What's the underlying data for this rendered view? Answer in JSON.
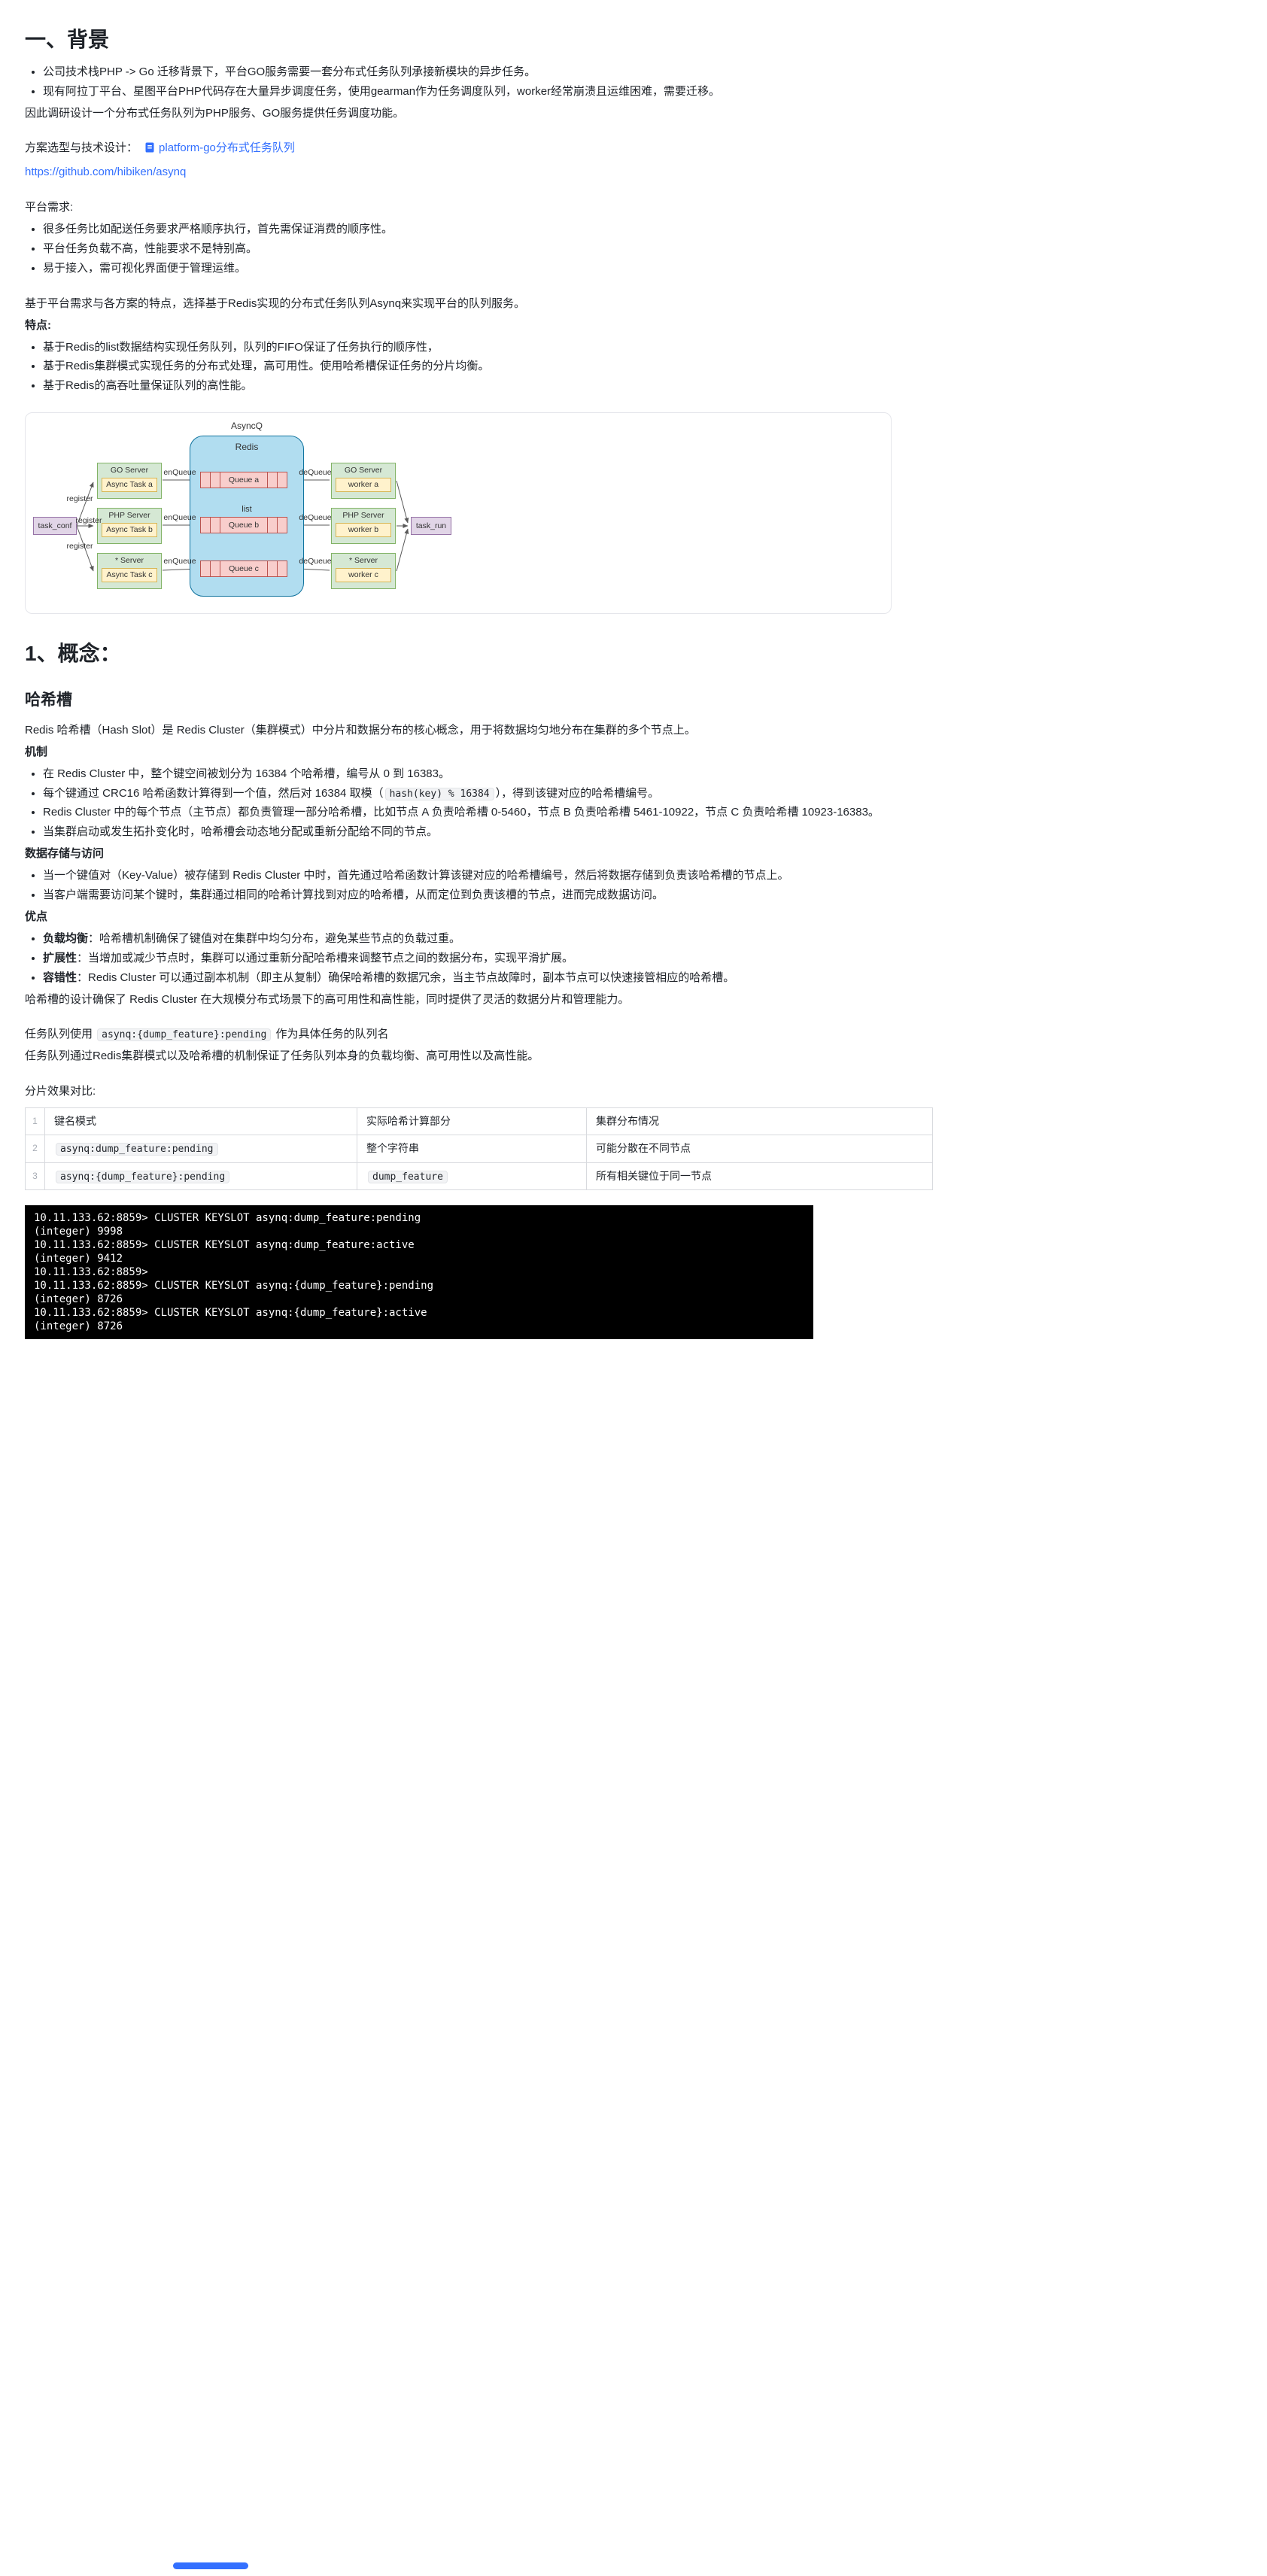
{
  "colors": {
    "link": "#3370ff",
    "text": "#1f2329",
    "inline_code_bg": "#f2f3f5",
    "terminal_bg": "#000000",
    "terminal_text": "#ffffff",
    "diagram_redis_fill": "#b1ddf0",
    "diagram_redis_stroke": "#10739e",
    "diagram_queue_fill": "#f8cecc",
    "diagram_queue_stroke": "#b85450",
    "diagram_server_fill": "#d5e8d4",
    "diagram_server_stroke": "#82b366",
    "diagram_task_fill": "#fff2cc",
    "diagram_task_stroke": "#d6b656",
    "diagram_conf_fill": "#e1d5e7",
    "diagram_conf_stroke": "#9673a6"
  },
  "background_section": {
    "title": "一、背景",
    "bullets": [
      "公司技术栈PHP -> Go 迁移背景下，平台GO服务需要一套分布式任务队列承接新模块的异步任务。",
      "现有阿拉丁平台、星图平台PHP代码存在大量异步调度任务，使用gearman作为任务调度队列，worker经常崩溃且运维困难，需要迁移。"
    ],
    "conclusion": "因此调研设计一个分布式任务队列为PHP服务、GO服务提供任务调度功能。",
    "plan_label": "方案选型与技术设计：",
    "doc_link_text": "platform-go分布式任务队列",
    "github_link": "https://github.com/hibiken/asynq",
    "requirements_title": "平台需求:",
    "requirements": [
      "很多任务比如配送任务要求严格顺序执行，首先需保证消费的顺序性。",
      "平台任务负载不高，性能要求不是特别高。",
      "易于接入，需可视化界面便于管理运维。"
    ],
    "choice": "基于平台需求与各方案的特点，选择基于Redis实现的分布式任务队列Asynq来实现平台的队列服务。",
    "features_title": "特点:",
    "features": [
      "基于Redis的list数据结构实现任务队列，队列的FIFO保证了任务执行的顺序性，",
      "基于Redis集群模式实现任务的分布式处理，高可用性。使用哈希槽保证任务的分片均衡。",
      "基于Redis的高吞吐量保证队列的高性能。"
    ]
  },
  "diagram": {
    "title": "AsyncQ",
    "redis_label": "Redis",
    "list_label": "list",
    "queues": [
      "Queue a",
      "Queue b",
      "Queue c"
    ],
    "producers": [
      {
        "server": "GO Server",
        "task": "Async Task a"
      },
      {
        "server": "PHP Server",
        "task": "Async Task b"
      },
      {
        "server": "* Server",
        "task": "Async Task c"
      }
    ],
    "consumers": [
      {
        "server": "GO Server",
        "worker": "worker a"
      },
      {
        "server": "PHP Server",
        "worker": "worker b"
      },
      {
        "server": "* Server",
        "worker": "worker c"
      }
    ],
    "task_conf": "task_conf",
    "task_run": "task_run",
    "register_label": "register",
    "enqueue_label": "enQueue",
    "dequeue_label": "deQueue"
  },
  "concept": {
    "title": "1、概念：",
    "hash_slot": {
      "title": "哈希槽",
      "intro": "Redis 哈希槽（Hash Slot）是 Redis Cluster（集群模式）中分片和数据分布的核心概念，用于将数据均匀地分布在集群的多个节点上。",
      "mechanism_title": "机制",
      "mechanism_items": [
        "在 Redis Cluster 中，整个键空间被划分为 16384 个哈希槽，编号从 0 到 16383。",
        {
          "pre": "每个键通过 CRC16 哈希函数计算得到一个值，然后对 16384 取模（",
          "code": "hash(key) % 16384",
          "post": "），得到该键对应的哈希槽编号。"
        },
        "Redis Cluster 中的每个节点（主节点）都负责管理一部分哈希槽，比如节点 A 负责哈希槽 0-5460，节点 B 负责哈希槽 5461-10922，节点 C 负责哈希槽 10923-16383。",
        "当集群启动或发生拓扑变化时，哈希槽会动态地分配或重新分配给不同的节点。"
      ],
      "storage_title": "数据存储与访问",
      "storage_items": [
        "当一个键值对（Key-Value）被存储到 Redis Cluster 中时，首先通过哈希函数计算该键对应的哈希槽编号，然后将数据存储到负责该哈希槽的节点上。",
        "当客户端需要访问某个键时，集群通过相同的哈希计算找到对应的哈希槽，从而定位到负责该槽的节点，进而完成数据访问。"
      ],
      "advantages_title": "优点",
      "advantages": [
        {
          "bold": "负载均衡",
          "rest": "：哈希槽机制确保了键值对在集群中均匀分布，避免某些节点的负载过重。"
        },
        {
          "bold": "扩展性",
          "rest": "：当增加或减少节点时，集群可以通过重新分配哈希槽来调整节点之间的数据分布，实现平滑扩展。"
        },
        {
          "bold": "容错性",
          "rest": "：Redis Cluster 可以通过副本机制（即主从复制）确保哈希槽的数据冗余，当主节点故障时，副本节点可以快速接管相应的哈希槽。"
        }
      ],
      "summary": "哈希槽的设计确保了 Redis Cluster 在大规模分布式场景下的高可用性和高性能，同时提供了灵活的数据分片和管理能力。"
    },
    "queue_name": {
      "pre": "任务队列使用 ",
      "code": "asynq:{dump_feature}:pending",
      "post": " 作为具体任务的队列名"
    },
    "cluster_note": "任务队列通过Redis集群模式以及哈希槽的机制保证了任务队列本身的负载均衡、高可用性以及高性能。",
    "compare_title": "分片效果对比:"
  },
  "table": {
    "row_numbers": [
      "1",
      "2",
      "3"
    ],
    "header": [
      "键名模式",
      "实际哈希计算部分",
      "集群分布情况"
    ],
    "rows": [
      {
        "key_code": "asynq:dump_feature:pending",
        "hash_part": "整个字符串",
        "distribution": "可能分散在不同节点"
      },
      {
        "key_code": "asynq:{dump_feature}:pending",
        "hash_part": "dump_feature",
        "distribution": "所有相关键位于同一节点"
      }
    ]
  },
  "terminal": {
    "lines": [
      "10.11.133.62:8859> CLUSTER KEYSLOT asynq:dump_feature:pending",
      "(integer) 9998",
      "10.11.133.62:8859> CLUSTER KEYSLOT asynq:dump_feature:active",
      "(integer) 9412",
      "10.11.133.62:8859>",
      "10.11.133.62:8859> CLUSTER KEYSLOT asynq:{dump_feature}:pending",
      "(integer) 8726",
      "10.11.133.62:8859> CLUSTER KEYSLOT asynq:{dump_feature}:active",
      "(integer) 8726"
    ]
  }
}
